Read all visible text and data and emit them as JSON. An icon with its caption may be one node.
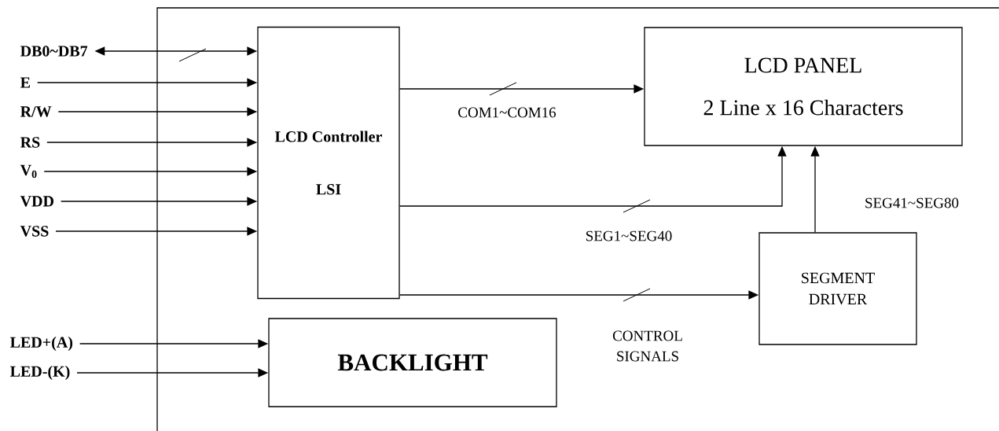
{
  "diagram": {
    "nodes": [
      {
        "text": [
          "DB0~DB7"
        ]
      },
      {
        "text": [
          "E"
        ]
      },
      {
        "text": [
          "R/W"
        ]
      },
      {
        "text": [
          "RS"
        ]
      },
      {
        "text": [
          "V$_{0}$"
        ]
      },
      {
        "text": [
          "VDD"
        ]
      },
      {
        "text": [
          "VSS"
        ]
      },
      {
        "text": [
          "LED+(A)"
        ]
      },
      {
        "text": [
          "LED-(K)"
        ]
      },
      {
        "text": [
          "LCD Controller",
          "LSI"
        ]
      },
      {
        "text": [
          "LCD PANEL",
          "2 Line x 16 Characters"
        ]
      },
      {
        "text": [
          "SEGMENT DRIVER"
        ]
      },
      {
        "text": [
          "BACKLIGHT"
        ]
      }
    ],
    "edges": [
      {
        "from": 0,
        "to": 9,
        "arrow": "both"
      },
      {
        "from": 1,
        "to": 9,
        "arrow": "to"
      },
      {
        "from": 2,
        "to": 9,
        "arrow": "to"
      },
      {
        "from": 3,
        "to": 9,
        "arrow": "to"
      },
      {
        "from": 4,
        "to": 9,
        "arrow": "to"
      },
      {
        "from": 5,
        "to": 9,
        "arrow": "to"
      },
      {
        "from": 6,
        "to": 9,
        "arrow": "to"
      },
      {
        "from": 7,
        "to": 12,
        "arrow": "to"
      },
      {
        "from": 8,
        "to": 12,
        "arrow": "to"
      },
      {
        "from": 9,
        "to": 10,
        "arrow": "to",
        "label": "COM1~COM16"
      },
      {
        "from": 9,
        "to": 10,
        "arrow": "to",
        "label": "SEG1~SEG40"
      },
      {
        "from": 9,
        "to": 11,
        "arrow": "to",
        "label": "CONTROL SIGNALS"
      },
      {
        "from": 11,
        "to": 10,
        "arrow": "to",
        "label": "SEG41~SEG80"
      }
    ]
  }
}
